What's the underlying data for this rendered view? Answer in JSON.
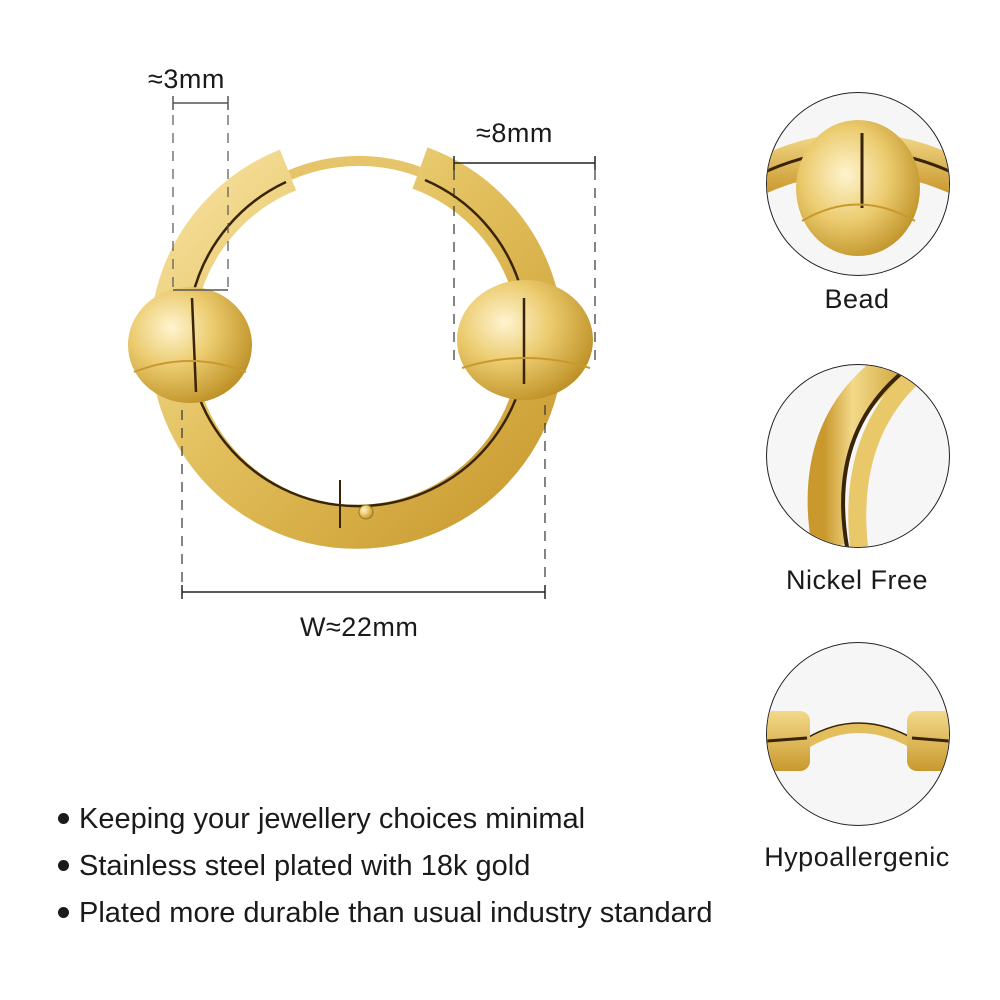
{
  "product": {
    "dimensions": {
      "thickness_label": "≈3mm",
      "bead_label": "≈8mm",
      "width_label": "W≈22mm"
    },
    "features": [
      {
        "label": "Bead",
        "icon": "bead-closeup-icon"
      },
      {
        "label": "Nickel Free",
        "icon": "hoop-band-closeup-icon"
      },
      {
        "label": "Hypoallergenic",
        "icon": "hinge-closeup-icon"
      }
    ],
    "bullets": [
      "Keeping your jewellery choices minimal",
      "Stainless steel plated with 18k gold",
      "Plated more durable than usual industry standard"
    ],
    "colors": {
      "gold_light": "#F7E2A0",
      "gold_mid": "#E2BF5C",
      "gold_dark": "#B98A1E",
      "line_dark": "#3a2408",
      "inset_bg": "#f6f6f6",
      "text": "#1a1a1a"
    }
  }
}
